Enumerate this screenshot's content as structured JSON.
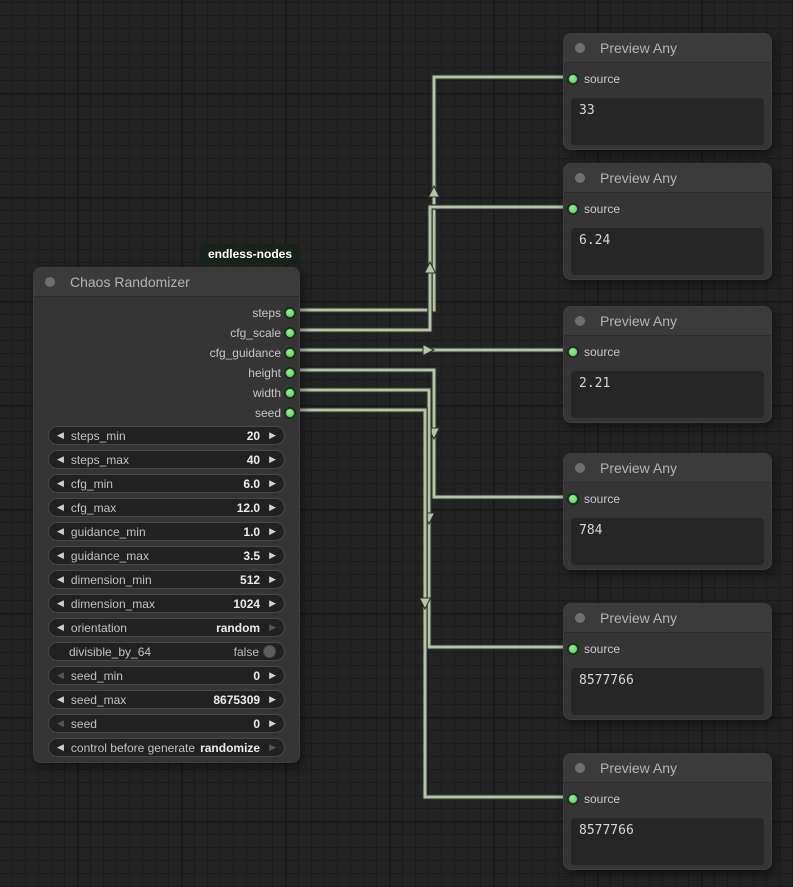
{
  "badge": {
    "label": "endless-nodes"
  },
  "chaos_node": {
    "title": "Chaos Randomizer",
    "outputs": [
      "steps",
      "cfg_scale",
      "cfg_guidance",
      "height",
      "width",
      "seed"
    ],
    "widgets": [
      {
        "label": "steps_min",
        "value": "20"
      },
      {
        "label": "steps_max",
        "value": "40"
      },
      {
        "label": "cfg_min",
        "value": "6.0"
      },
      {
        "label": "cfg_max",
        "value": "12.0"
      },
      {
        "label": "guidance_min",
        "value": "1.0"
      },
      {
        "label": "guidance_max",
        "value": "3.5"
      },
      {
        "label": "dimension_min",
        "value": "512"
      },
      {
        "label": "dimension_max",
        "value": "1024"
      },
      {
        "label": "orientation",
        "value": "random"
      },
      {
        "label": "divisible_by_64",
        "value": "false"
      },
      {
        "label": "seed_min",
        "value": "0"
      },
      {
        "label": "seed_max",
        "value": "8675309"
      },
      {
        "label": "seed",
        "value": "0"
      },
      {
        "label": "control before generate",
        "value": "randomize"
      }
    ]
  },
  "preview_nodes": [
    {
      "title": "Preview Any",
      "input_label": "source",
      "value": "33"
    },
    {
      "title": "Preview Any",
      "input_label": "source",
      "value": "6.24"
    },
    {
      "title": "Preview Any",
      "input_label": "source",
      "value": "2.21"
    },
    {
      "title": "Preview Any",
      "input_label": "source",
      "value": "784"
    },
    {
      "title": "Preview Any",
      "input_label": "source",
      "value": "8577766"
    },
    {
      "title": "Preview Any",
      "input_label": "source",
      "value": "8577766"
    }
  ],
  "links": [
    {
      "from": "steps",
      "to": "preview-1.source"
    },
    {
      "from": "cfg_scale",
      "to": "preview-2.source"
    },
    {
      "from": "cfg_guidance",
      "to": "preview-3.source"
    },
    {
      "from": "height",
      "to": "preview-4.source"
    },
    {
      "from": "width",
      "to": "preview-5.source"
    },
    {
      "from": "seed",
      "to": "preview-6.source"
    }
  ],
  "colors": {
    "canvas_bg": "#232323",
    "node_bg": "#353535",
    "header_bg": "#3b3b3b",
    "wire": "#b5c4a7",
    "port_green": "#57e357",
    "badge_bg": "#17231a"
  }
}
